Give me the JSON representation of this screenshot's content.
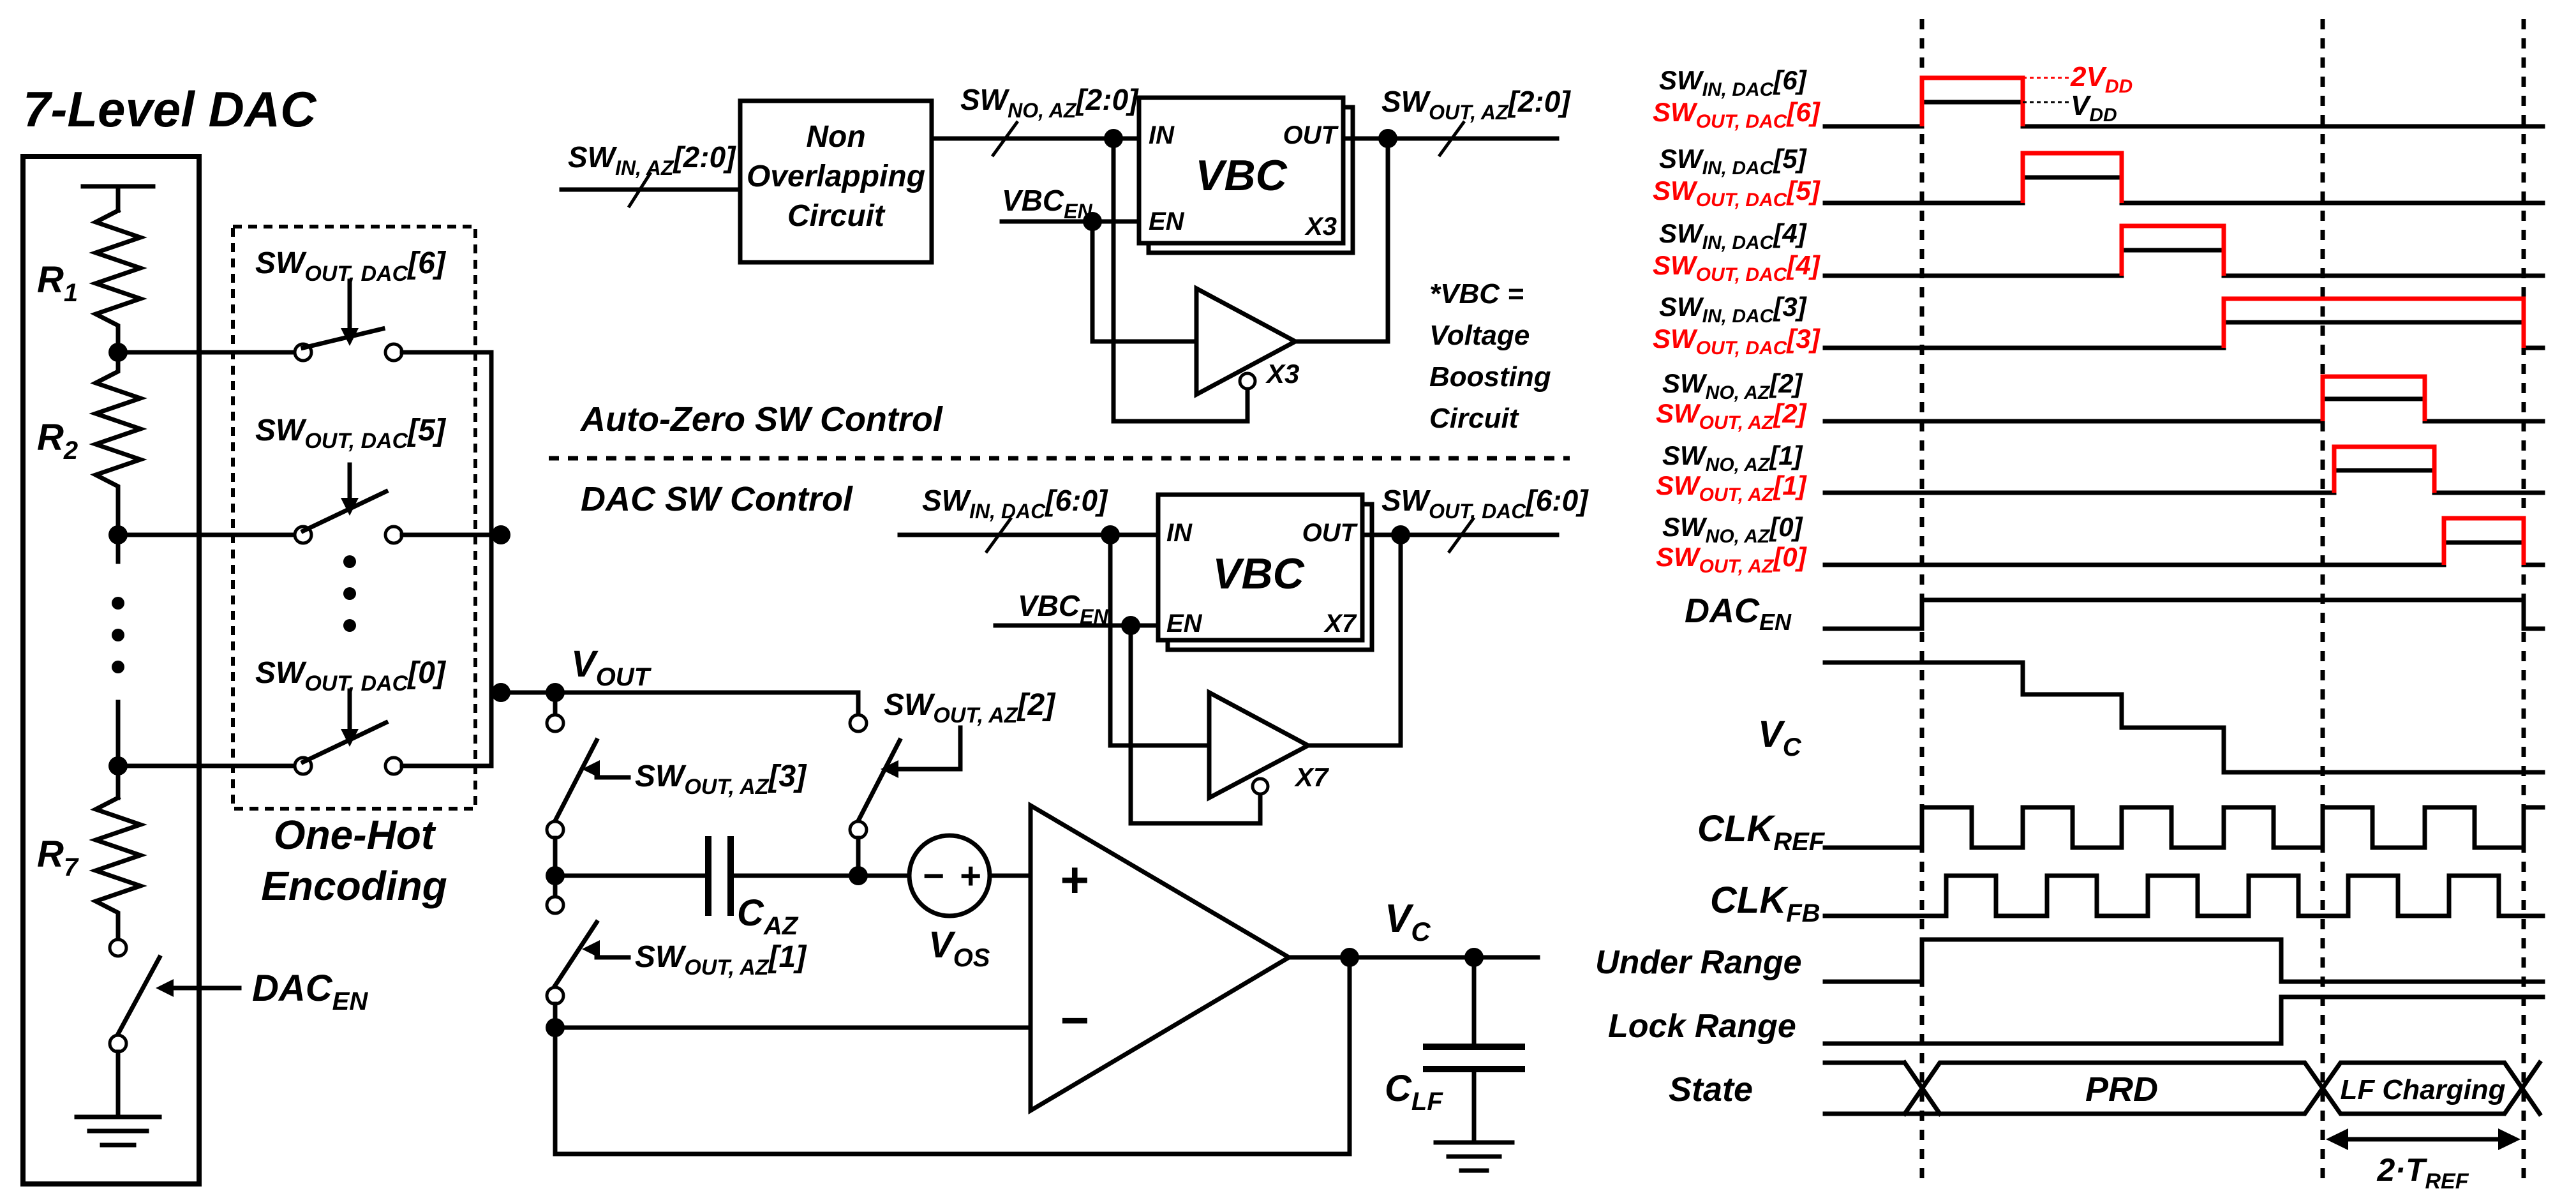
{
  "dac": {
    "title": "7-Level DAC",
    "r1": "R",
    "r1_sub": "1",
    "r2": "R",
    "r2_sub": "2",
    "r7": "R",
    "r7_sub": "7",
    "sw6": "SW",
    "sw6_sub": "OUT, DAC",
    "sw6_idx": "[6]",
    "sw5": "SW",
    "sw5_sub": "OUT, DAC",
    "sw5_idx": "[5]",
    "sw0": "SW",
    "sw0_sub": "OUT, DAC",
    "sw0_idx": "[0]",
    "enc1": "One-Hot",
    "enc2": "Encoding",
    "en": "DAC",
    "en_sub": "EN"
  },
  "az": {
    "in": "SW",
    "in_sub": "IN, AZ",
    "in_idx": "[2:0]",
    "no1": "Non",
    "no2": "Overlapping",
    "no3": "Circuit",
    "mid": "SW",
    "mid_sub": "NO, AZ",
    "mid_idx": "[2:0]",
    "out": "SW",
    "out_sub": "OUT, AZ",
    "out_idx": "[2:0]",
    "vbc_en": "VBC",
    "vbc_en_sub": "EN",
    "vbc_in": "IN",
    "vbc_out": "OUT",
    "vbc_label": "VBC",
    "vbc_enpin": "EN",
    "vbc_x": "X3",
    "buf_x": "X3",
    "control": "Auto-Zero SW Control",
    "note1": "*VBC =",
    "note2": "Voltage",
    "note3": "Boosting",
    "note4": "Circuit"
  },
  "dacsw": {
    "control": "DAC SW Control",
    "in": "SW",
    "in_sub": "IN, DAC",
    "in_idx": "[6:0]",
    "out": "SW",
    "out_sub": "OUT, DAC",
    "out_idx": "[6:0]",
    "vbc_en": "VBC",
    "vbc_en_sub": "EN",
    "vbc_in": "IN",
    "vbc_out": "OUT",
    "vbc_label": "VBC",
    "vbc_enpin": "EN",
    "vbc_x": "X7",
    "buf_x": "X7"
  },
  "amp": {
    "vout": "V",
    "vout_sub": "OUT",
    "sw2": "SW",
    "sw2_sub": "OUT, AZ",
    "sw2_idx": "[2]",
    "sw3": "SW",
    "sw3_sub": "OUT, AZ",
    "sw3_idx": "[3]",
    "sw1": "SW",
    "sw1_sub": "OUT, AZ",
    "sw1_idx": "[1]",
    "caz": "C",
    "caz_sub": "AZ",
    "vos": "V",
    "vos_sub": "OS",
    "plus": "+",
    "minus": "−",
    "src_minus": "−",
    "src_plus": "+",
    "vc": "V",
    "vc_sub": "C",
    "clf": "C",
    "clf_sub": "LF"
  },
  "timing": {
    "rows": [
      {
        "top": "SW",
        "top_sub": "IN, DAC",
        "top_idx": "[6]",
        "bot": "SW",
        "bot_sub": "OUT, DAC",
        "bot_idx": "[6]"
      },
      {
        "top": "SW",
        "top_sub": "IN, DAC",
        "top_idx": "[5]",
        "bot": "SW",
        "bot_sub": "OUT, DAC",
        "bot_idx": "[5]"
      },
      {
        "top": "SW",
        "top_sub": "IN, DAC",
        "top_idx": "[4]",
        "bot": "SW",
        "bot_sub": "OUT, DAC",
        "bot_idx": "[4]"
      },
      {
        "top": "SW",
        "top_sub": "IN, DAC",
        "top_idx": "[3]",
        "bot": "SW",
        "bot_sub": "OUT, DAC",
        "bot_idx": "[3]"
      },
      {
        "top": "SW",
        "top_sub": "NO, AZ",
        "top_idx": "[2]",
        "bot": "SW",
        "bot_sub": "OUT, AZ",
        "bot_idx": "[2]"
      },
      {
        "top": "SW",
        "top_sub": "NO, AZ",
        "top_idx": "[1]",
        "bot": "SW",
        "bot_sub": "OUT, AZ",
        "bot_idx": "[1]"
      },
      {
        "top": "SW",
        "top_sub": "NO, AZ",
        "top_idx": "[0]",
        "bot": "SW",
        "bot_sub": "OUT, AZ",
        "bot_idx": "[0]"
      }
    ],
    "two_vdd": "2V",
    "two_vdd_sub": "DD",
    "vdd": "V",
    "vdd_sub": "DD",
    "dacen": "DAC",
    "dacen_sub": "EN",
    "vc": "V",
    "vc_sub": "C",
    "clkref": "CLK",
    "clkref_sub": "REF",
    "clkfb": "CLK",
    "clkfb_sub": "FB",
    "under": "Under Range",
    "lock": "Lock Range",
    "state": "State",
    "prd": "PRD",
    "lf": "LF Charging",
    "tref": "2·T",
    "tref_sub": "REF"
  }
}
